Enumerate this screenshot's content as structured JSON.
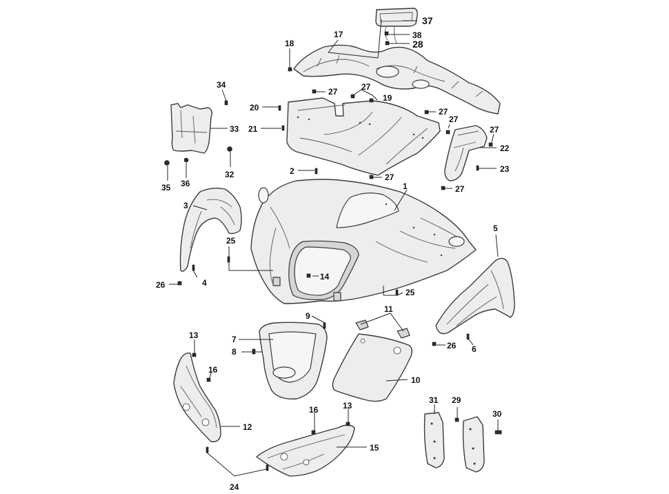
{
  "labels": {
    "l1": "1",
    "l2": "2",
    "l3": "3",
    "l4": "4",
    "l5": "5",
    "l6": "6",
    "l7": "7",
    "l8": "8",
    "l9": "9",
    "l10": "10",
    "l11": "11",
    "l12": "12",
    "l13a": "13",
    "l13b": "13",
    "l14": "14",
    "l15": "15",
    "l16a": "16",
    "l16b": "16",
    "l17": "17",
    "l18": "18",
    "l19": "19",
    "l20": "20",
    "l21": "21",
    "l22": "22",
    "l23": "23",
    "l24": "24",
    "l25a": "25",
    "l25b": "25",
    "l26a": "26",
    "l26b": "26",
    "l27a": "27",
    "l27b": "27",
    "l27c": "27",
    "l27d": "27",
    "l27e": "27",
    "l27f": "27",
    "l27g": "27",
    "l28": "28",
    "l29": "29",
    "l30": "30",
    "l31": "31",
    "l32": "32",
    "l33": "33",
    "l34": "34",
    "l35": "35",
    "l36": "36",
    "l37": "37",
    "l38": "38"
  }
}
